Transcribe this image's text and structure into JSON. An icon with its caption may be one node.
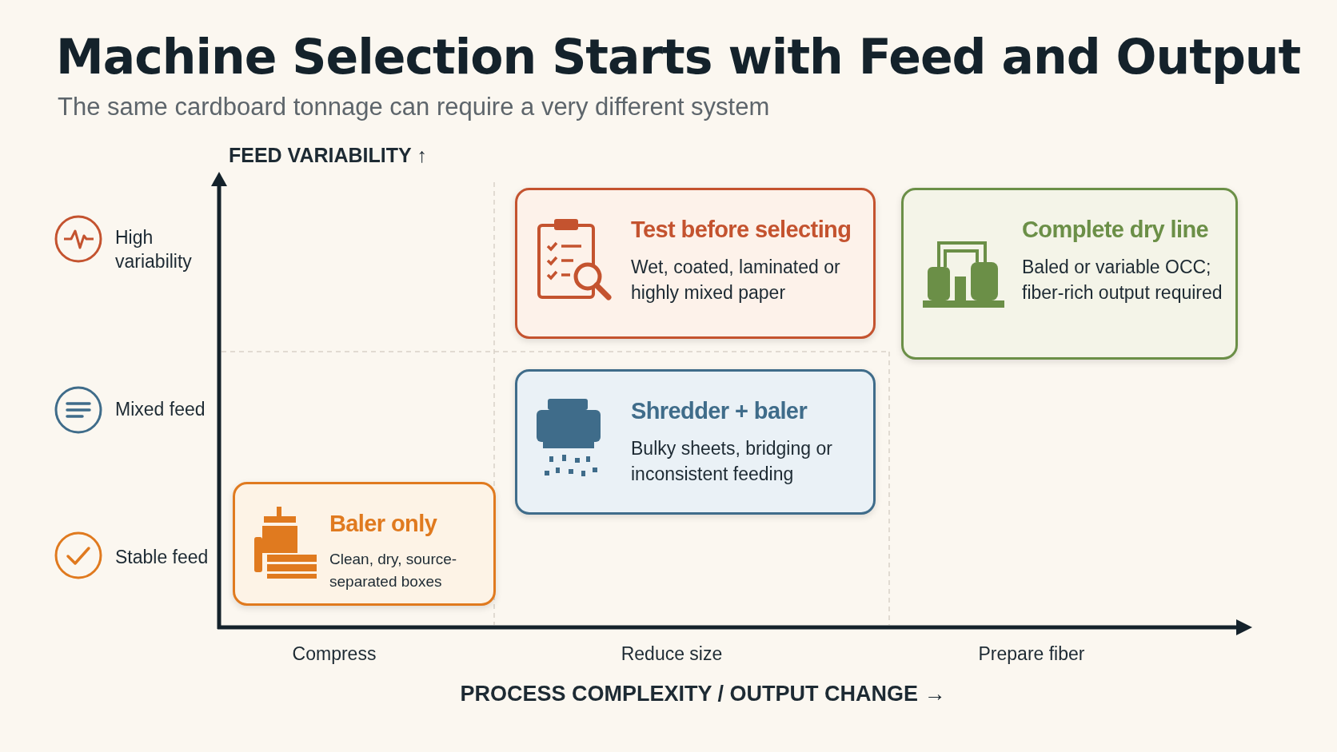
{
  "diagram": {
    "title": "Machine Selection Starts with Feed and Output",
    "nodes": [
      {
        "text": [
          "Test before selecting",
          "Wet, coated, laminated or highly mixed paper"
        ]
      },
      {
        "text": [
          "Complete dry line",
          "Baled or variable OCC; fiber-rich output required"
        ]
      },
      {
        "text": [
          "Shredder + baler",
          "Bulky sheets, bridging or inconsistent feeding"
        ]
      },
      {
        "text": [
          "Baler only",
          "Clean, dry, source-separated boxes"
        ]
      }
    ],
    "labels": [
      "The same cardboard tonnage can require a very different system",
      "FEED VARIABILITY ↑",
      "High variability",
      "Mixed feed",
      "Stable feed",
      "Compress",
      "Reduce size",
      "Prepare fiber",
      "PROCESS COMPLEXITY / OUTPUT CHANGE →"
    ]
  }
}
